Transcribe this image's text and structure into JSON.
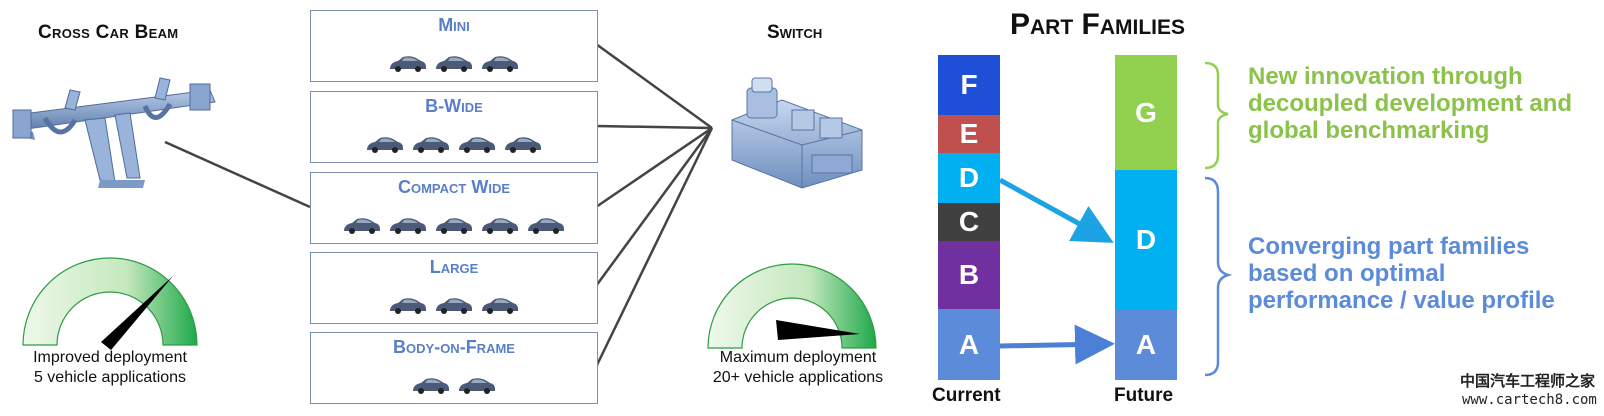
{
  "left": {
    "title": "Cross Car Beam",
    "gauge_caption_1": "Improved deployment",
    "gauge_caption_2": "5 vehicle applications"
  },
  "segments": [
    {
      "label": "Mini",
      "cars": 3
    },
    {
      "label": "B-Wide",
      "cars": 4
    },
    {
      "label": "Compact Wide",
      "cars": 5
    },
    {
      "label": "Large",
      "cars": 3
    },
    {
      "label": "Body-on-Frame",
      "cars": 2
    }
  ],
  "switch": {
    "title": "Switch",
    "gauge_caption_1": "Maximum deployment",
    "gauge_caption_2": "20+ vehicle applications"
  },
  "part_families": {
    "title": "Part Families",
    "current_label": "Current",
    "future_label": "Future",
    "current": [
      {
        "label": "F",
        "color": "#1f4fd6"
      },
      {
        "label": "E",
        "color": "#c0504d"
      },
      {
        "label": "D",
        "color": "#00b0f0"
      },
      {
        "label": "C",
        "color": "#404040"
      },
      {
        "label": "B",
        "color": "#7030a0"
      },
      {
        "label": "A",
        "color": "#5b8bd9"
      }
    ],
    "future": [
      {
        "label": "G",
        "color": "#92d050"
      },
      {
        "label": "D",
        "color": "#00b0f0"
      },
      {
        "label": "A",
        "color": "#5b8bd9"
      }
    ],
    "desc_top": [
      "New innovation through",
      "decoupled development and",
      "global benchmarking"
    ],
    "desc_top_color": "#8bc34a",
    "desc_bottom": [
      "Converging part families",
      "based on optimal",
      "performance / value profile"
    ],
    "desc_bottom_color": "#5b8bd9"
  },
  "watermark": {
    "line1": "中国汽车工程师之家",
    "line2": "www.cartech8.com"
  }
}
